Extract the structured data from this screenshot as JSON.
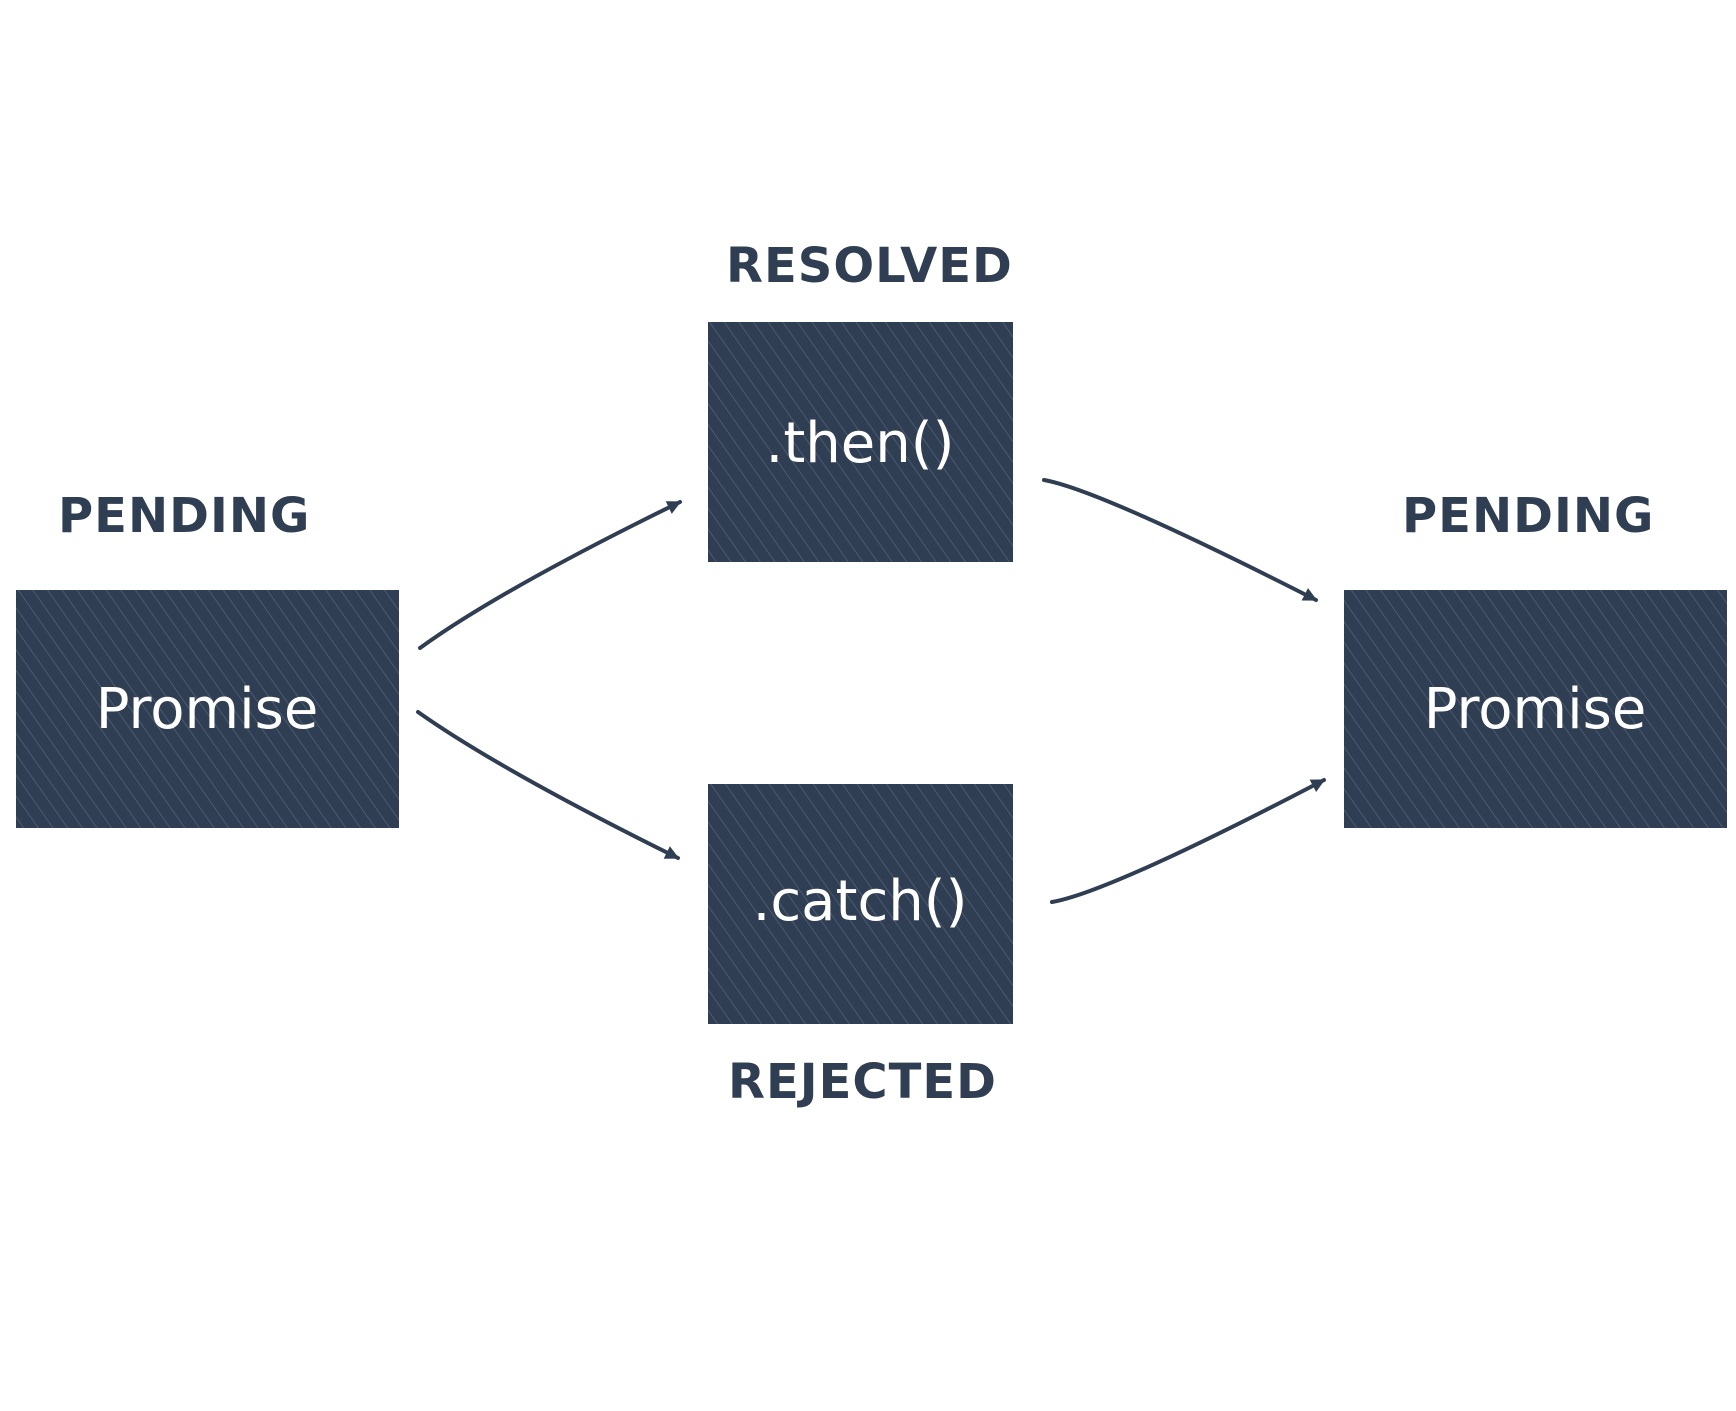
{
  "colors": {
    "box_fill": "#2f3e52",
    "hatch": "#4a5a70",
    "label": "#2f3e52",
    "arrow": "#2f3e52",
    "box_text": "#ffffff"
  },
  "nodes": {
    "promise_start": {
      "label": "Promise",
      "state": "PENDING"
    },
    "then_box": {
      "label": ".then()",
      "state": "RESOLVED"
    },
    "catch_box": {
      "label": ".catch()",
      "state": "REJECTED"
    },
    "promise_end": {
      "label": "Promise",
      "state": "PENDING"
    }
  },
  "edges": [
    {
      "from": "promise_start",
      "to": "then_box"
    },
    {
      "from": "promise_start",
      "to": "catch_box"
    },
    {
      "from": "then_box",
      "to": "promise_end"
    },
    {
      "from": "catch_box",
      "to": "promise_end"
    }
  ]
}
